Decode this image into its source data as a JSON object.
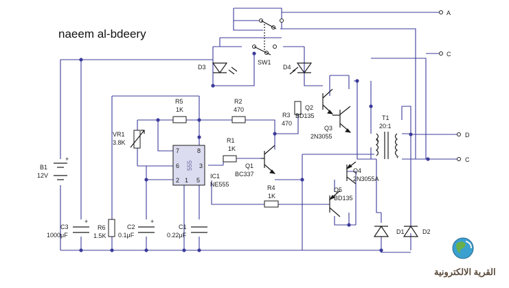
{
  "author": "naeem al-bdeery",
  "watermark_text": "القرية الالكترونية",
  "components": {
    "SW1": "SW1",
    "D3": "D3",
    "D4": "D4",
    "R5": {
      "ref": "R5",
      "val": "1K"
    },
    "R2": {
      "ref": "R2",
      "val": "470"
    },
    "R3": {
      "ref": "R3",
      "val": "470"
    },
    "R1": {
      "ref": "R1",
      "val": "1K"
    },
    "R4": {
      "ref": "R4",
      "val": "1K"
    },
    "R6": {
      "ref": "R6",
      "val": "1.5K"
    },
    "VR1": {
      "ref": "VR1",
      "val": "3.8K"
    },
    "IC1": {
      "ref": "IC1",
      "val": "NE555",
      "chip": "555"
    },
    "pins": [
      "7",
      "6",
      "2",
      "8",
      "3",
      "1",
      "5"
    ],
    "Q1": {
      "ref": "Q1",
      "val": "BC337"
    },
    "Q2": {
      "ref": "Q2",
      "val": "BD135"
    },
    "Q3": {
      "ref": "Q3",
      "val": "2N3055"
    },
    "Q4": {
      "ref": "Q4",
      "val": "2N3055A"
    },
    "Q5": {
      "ref": "Q5",
      "val": "BD135"
    },
    "T1": {
      "ref": "T1",
      "val": "20:1"
    },
    "B1": {
      "ref": "B1",
      "val": "12V"
    },
    "C3": {
      "ref": "C3",
      "val": "1000μF"
    },
    "C2": {
      "ref": "C2",
      "val": "0.1μF"
    },
    "C1": {
      "ref": "C1",
      "val": "0.22μF"
    },
    "D1": "D1",
    "D2": "D2",
    "plus": "+"
  },
  "terminals": {
    "A": "A",
    "C_top": "C",
    "D": "D",
    "C_bot": "C"
  },
  "colors": {
    "wire": "#3a3a9a",
    "component": "#1a1a1a",
    "ic_fill": "#dcdcf0",
    "ic_text": "#6a6aa0"
  }
}
